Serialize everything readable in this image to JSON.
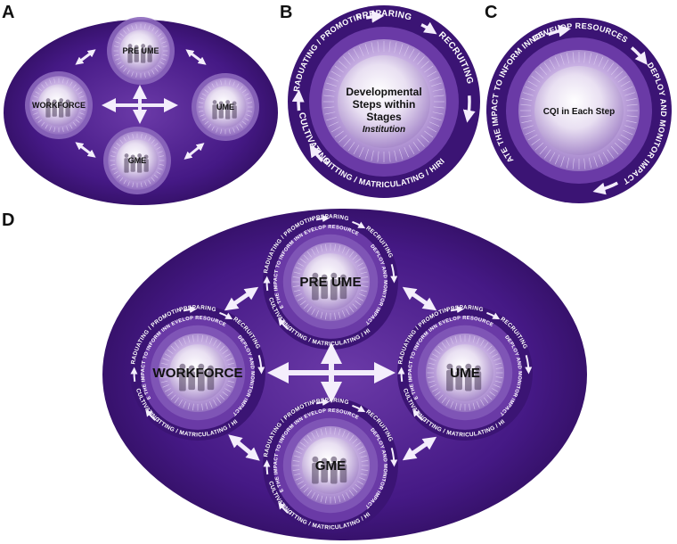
{
  "panels": {
    "a": {
      "letter": "A",
      "nodes": {
        "top": "PRE UME",
        "left": "WORKFORCE",
        "right": "UME",
        "bottom": "GME"
      }
    },
    "b": {
      "letter": "B",
      "center_lines": [
        "Developmental",
        "Steps within",
        "Stages"
      ],
      "center_sub": "Institution",
      "ring": {
        "preparing": "PREPARING",
        "recruiting": "RECRUITING",
        "admitting": "ADMITTING / MATRICULATING / HIRING",
        "cultivating": "CULTIVATING",
        "graduating": "GRADUATING / PROMOTING"
      }
    },
    "c": {
      "letter": "C",
      "center": "CQI in Each Step",
      "ring": {
        "develop": "DEVELOP RESOURCES",
        "deploy": "DEPLOY AND MONITOR IMPACT",
        "evaluate": "EVALUATE THE IMPACT TO INFORM INNOVATION"
      }
    },
    "d": {
      "letter": "D",
      "nodes": {
        "top": "PRE UME",
        "left": "WORKFORCE",
        "right": "UME",
        "bottom": "GME"
      }
    }
  },
  "colors": {
    "purple_dark": "#2e0e5c",
    "purple_mid": "#5b2a9a",
    "purple_light": "#b89ad8",
    "ring": "#3a1474",
    "arrow": "#f2ecfb"
  }
}
